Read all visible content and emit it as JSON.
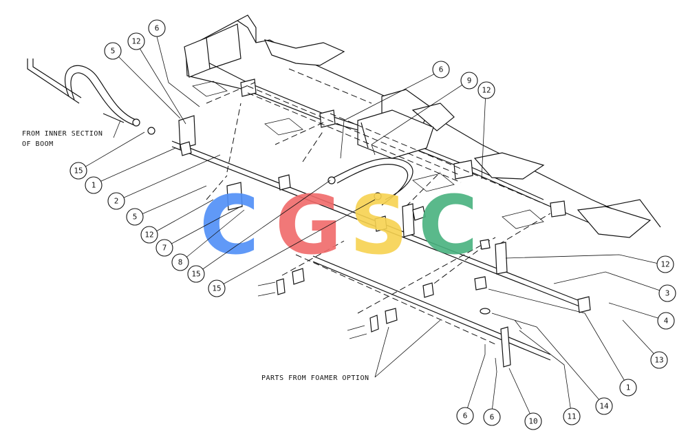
{
  "notes": {
    "inner_line1": "FROM INNER SECTION",
    "inner_line2": "OF BOOM",
    "foamer": "PARTS FROM FOAMER OPTION"
  },
  "watermark": {
    "letters": [
      "C",
      "G",
      "S",
      "C"
    ],
    "colors": [
      "#4f8ff7",
      "#f06a6a",
      "#f7d250",
      "#49b27f"
    ]
  },
  "callouts": [
    "6",
    "12",
    "5",
    "6",
    "9",
    "12",
    "15",
    "1",
    "2",
    "5",
    "12",
    "7",
    "8",
    "15",
    "15",
    "12",
    "3",
    "4",
    "13",
    "1",
    "14",
    "11",
    "10",
    "6",
    "6"
  ]
}
